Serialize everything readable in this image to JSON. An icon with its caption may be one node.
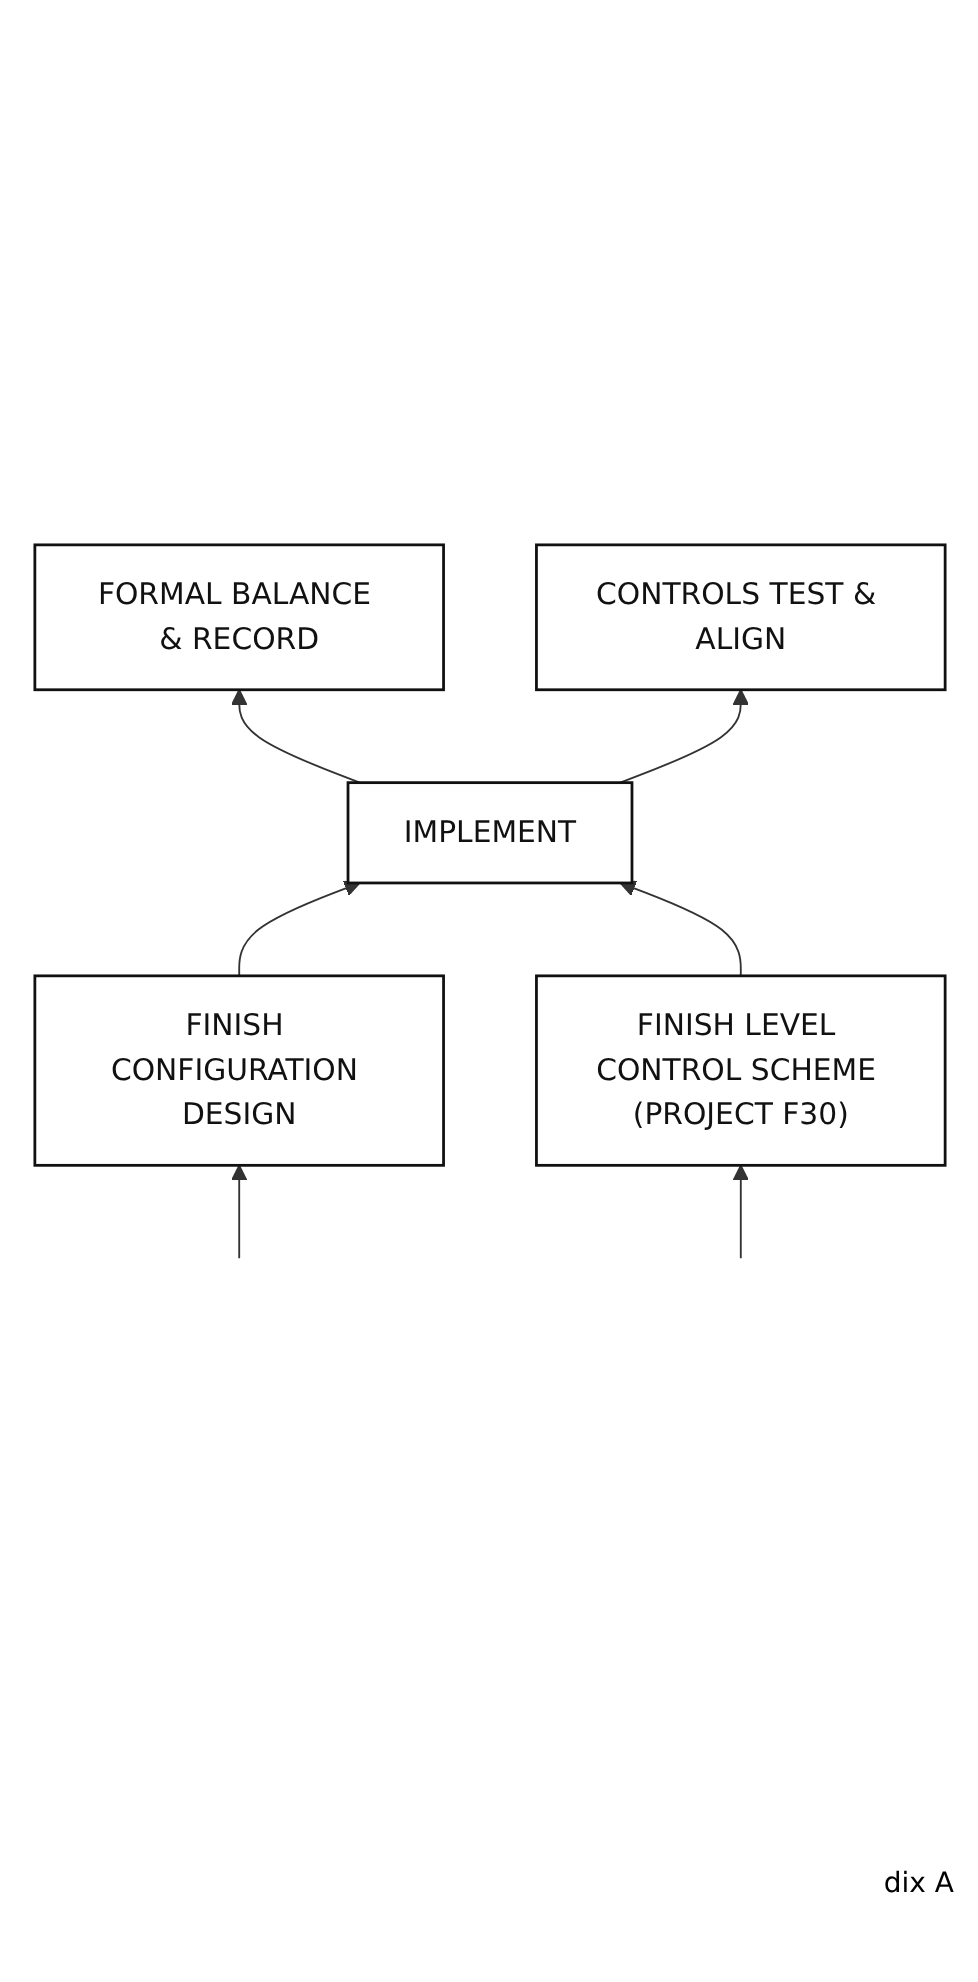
{
  "diagram": {
    "nodes": [
      {
        "text": [
          "FINISH CONFIGURATION DESIGN"
        ]
      },
      {
        "text": [
          "FINISH LEVEL CONTROL SCHEME (PROJECT F30)"
        ]
      },
      {
        "text": [
          "IMPLEMENT"
        ]
      },
      {
        "text": [
          "FORMAL BALANCE & RECORD"
        ]
      },
      {
        "text": [
          "CONTROLS TEST & ALIGN"
        ]
      }
    ],
    "edges": [
      {
        "from": null,
        "to": 0,
        "arrow": "to"
      },
      {
        "from": null,
        "to": 1,
        "arrow": "to"
      },
      {
        "from": 0,
        "to": 2,
        "arrow": "to"
      },
      {
        "from": 1,
        "to": 2,
        "arrow": "to"
      },
      {
        "from": 2,
        "to": 3,
        "arrow": "to"
      },
      {
        "from": 2,
        "to": 4,
        "arrow": "to"
      }
    ],
    "labels": [
      "dix A"
    ]
  }
}
